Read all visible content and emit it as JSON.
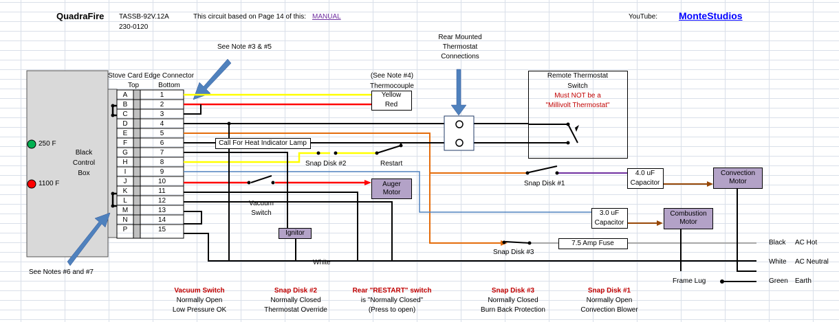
{
  "header": {
    "brand": "QuadraFire",
    "model": "TASSB-92V.12A",
    "part": "230-0120",
    "based_on": "This circuit based on Page 14 of this:",
    "manual_link": "MANUAL",
    "youtube_label": "YouTube:",
    "channel_link": "MonteStudios"
  },
  "control_box": {
    "label": [
      "Black",
      "Control",
      "Box"
    ],
    "temp_green": "250 F",
    "temp_red": "1100 F"
  },
  "connector": {
    "title": "Stove Card Edge Connector",
    "col_top": "Top",
    "col_bottom": "Bottom",
    "top_pins": [
      "A",
      "B",
      "C",
      "D",
      "E",
      "F",
      "G",
      "H",
      "I",
      "J",
      "K",
      "L",
      "M",
      "N",
      "P"
    ],
    "bottom_pins": [
      "1",
      "2",
      "3",
      "4",
      "5",
      "6",
      "7",
      "8",
      "9",
      "10",
      "11",
      "12",
      "13",
      "14",
      "15"
    ]
  },
  "notes": {
    "note35": "See Note #3 & #5",
    "note67": "See Notes #6 and #7",
    "note4": "(See Note #4)",
    "thermocouple": "Thermocouple"
  },
  "labels": {
    "yellow": "Yellow",
    "red": "Red",
    "rear_mounted": [
      "Rear Mounted",
      "Thermostat",
      "Connections"
    ],
    "remote_title": [
      "Remote Thermostat",
      "Switch"
    ],
    "remote_warn": [
      "Must NOT be a",
      "\"Millivolt Thermostat\""
    ],
    "call_for_heat": "Call For Heat Indicator Lamp",
    "snap2": "Snap Disk #2",
    "restart": "Restart",
    "snap1": "Snap Disk #1",
    "snap3": "Snap Disk #3",
    "auger": [
      "Auger",
      "Motor"
    ],
    "vacuum": [
      "Vacuum",
      "Switch"
    ],
    "ignitor": "Ignitor",
    "cap4": [
      "4.0 uF",
      "Capacitor"
    ],
    "cap3": [
      "3.0 uF",
      "Capacitor"
    ],
    "convection": [
      "Convection",
      "Motor"
    ],
    "combustion": [
      "Combustion",
      "Motor"
    ],
    "fuse": "7.5 Amp Fuse",
    "white": "White",
    "black_hot": [
      "Black",
      "AC Hot"
    ],
    "white_neutral": [
      "White",
      "AC Neutral"
    ],
    "green_earth": [
      "Green",
      "Earth"
    ],
    "frame_lug": "Frame Lug"
  },
  "legend": [
    {
      "title": "Vacuum Switch",
      "l1": "Normally Open",
      "l2": "Low Pressure OK"
    },
    {
      "title": "Snap Disk #2",
      "l1": "Normally Closed",
      "l2": "Thermostat Override"
    },
    {
      "title": "Rear \"RESTART\" switch",
      "l1": "is \"Normally Closed\"",
      "l2": "(Press to open)"
    },
    {
      "title": "Snap Disk #3",
      "l1": "Normally Closed",
      "l2": "Burn Back Protection"
    },
    {
      "title": "Snap Disk #1",
      "l1": "Normally Open",
      "l2": "Convection Blower"
    }
  ],
  "colors": {
    "yellow_wire": "#ffff00",
    "red_wire": "#ff0000",
    "orange_wire": "#e46c0a",
    "blue_wire": "#4f81bd",
    "purple_wire": "#7030a0",
    "brown_wire": "#974706",
    "motor_fill": "#b3a2c7",
    "arrow_fill": "#4f81bd",
    "control_box_fill": "#d9d9d9",
    "green_led": "#00b050",
    "red_led": "#ff0000",
    "legend_title": "#c00000"
  }
}
